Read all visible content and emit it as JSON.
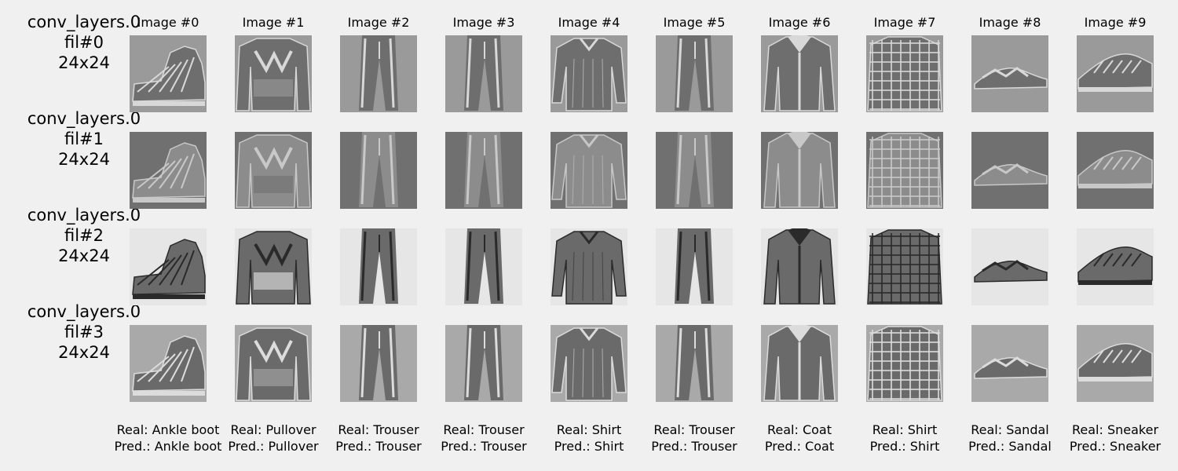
{
  "layer": "conv_layers.0",
  "resolution": "24x24",
  "columns": [
    {
      "title": "Image #0",
      "kind": "boot",
      "real": "Real: Ankle boot",
      "pred": "Pred.: Ankle boot"
    },
    {
      "title": "Image #1",
      "kind": "pullover",
      "real": "Real: Pullover",
      "pred": "Pred.: Pullover"
    },
    {
      "title": "Image #2",
      "kind": "trouser",
      "real": "Real: Trouser",
      "pred": "Pred.: Trouser"
    },
    {
      "title": "Image #3",
      "kind": "trouser",
      "real": "Real: Trouser",
      "pred": "Pred.: Trouser"
    },
    {
      "title": "Image #4",
      "kind": "shirt",
      "real": "Real: Shirt",
      "pred": "Pred.: Shirt"
    },
    {
      "title": "Image #5",
      "kind": "trouser",
      "real": "Real: Trouser",
      "pred": "Pred.: Trouser"
    },
    {
      "title": "Image #6",
      "kind": "coat",
      "real": "Real: Coat",
      "pred": "Pred.: Coat"
    },
    {
      "title": "Image #7",
      "kind": "plaid",
      "real": "Real: Shirt",
      "pred": "Pred.: Shirt"
    },
    {
      "title": "Image #8",
      "kind": "sandal",
      "real": "Real: Sandal",
      "pred": "Pred.: Sandal"
    },
    {
      "title": "Image #9",
      "kind": "sneaker",
      "real": "Real: Sneaker",
      "pred": "Pred.: Sneaker"
    }
  ],
  "rows": [
    {
      "layer": "conv_layers.0",
      "filter": "fil#0",
      "size": "24x24",
      "bg": "#9a9a9a",
      "fg": "#6e6e6e",
      "hi": "#d8d8d8"
    },
    {
      "layer": "conv_layers.0",
      "filter": "fil#1",
      "size": "24x24",
      "bg": "#707070",
      "fg": "#8c8c8c",
      "hi": "#c8c8c8"
    },
    {
      "layer": "conv_layers.0",
      "filter": "fil#2",
      "size": "24x24",
      "bg": "#e6e6e6",
      "fg": "#6a6a6a",
      "hi": "#2a2a2a"
    },
    {
      "layer": "conv_layers.0",
      "filter": "fil#3",
      "size": "24x24",
      "bg": "#a9a9a9",
      "fg": "#6a6a6a",
      "hi": "#dcdcdc"
    }
  ]
}
